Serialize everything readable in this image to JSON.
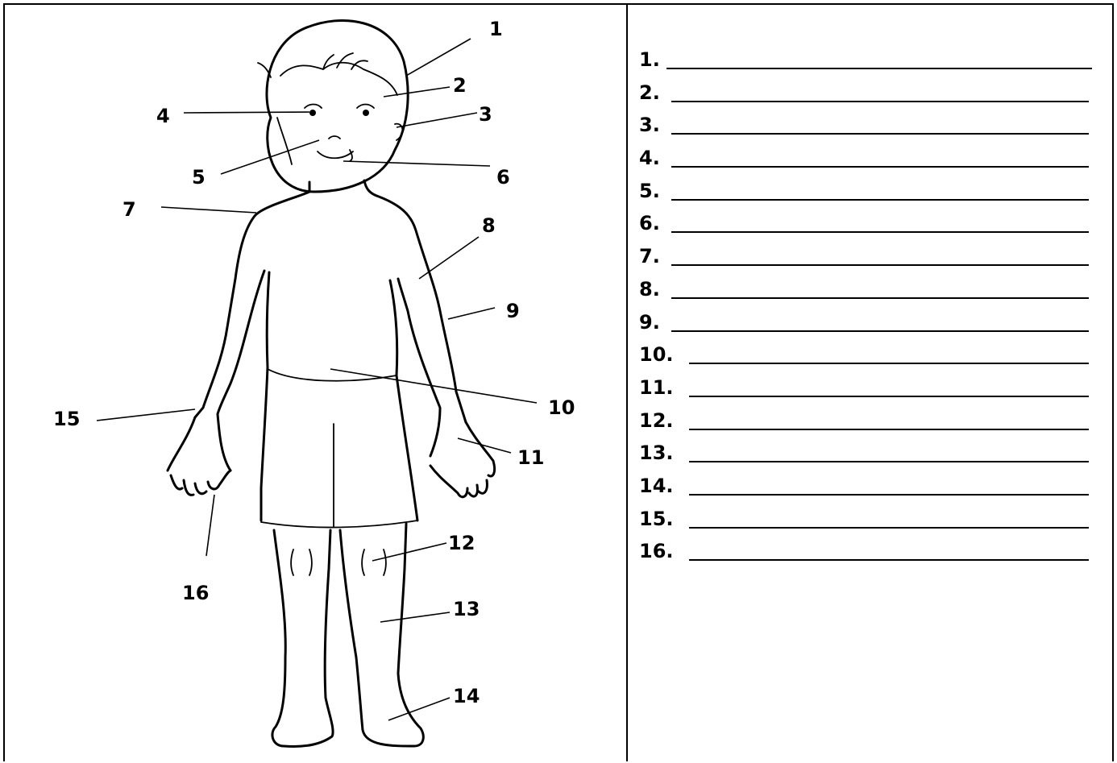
{
  "figure_labels": [
    "1",
    "2",
    "3",
    "4",
    "5",
    "6",
    "7",
    "8",
    "9",
    "10",
    "11",
    "12",
    "13",
    "14",
    "15",
    "16"
  ],
  "answer_numbers": [
    "1.",
    "2.",
    "3.",
    "4.",
    "5.",
    "6.",
    "7.",
    "8.",
    "9.",
    "10.",
    "11.",
    "12.",
    "13.",
    "14.",
    "15.",
    "16."
  ]
}
